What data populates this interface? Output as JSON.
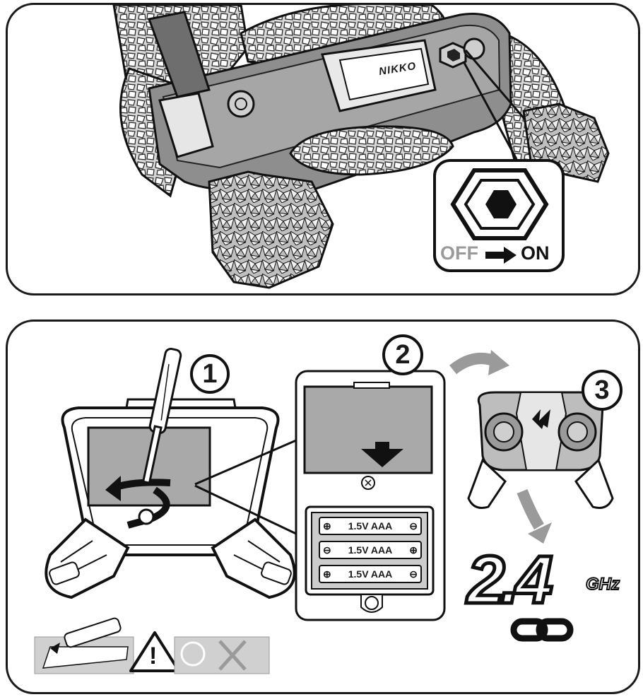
{
  "switch_callout": {
    "off_label": "OFF",
    "on_label": "ON"
  },
  "car": {
    "brand_logo": "NIKKO"
  },
  "steps": [
    {
      "number": "1"
    },
    {
      "number": "2"
    },
    {
      "number": "3"
    }
  ],
  "batteries": [
    {
      "label": "1.5V AAA",
      "plus": "⊕",
      "minus": "⊖"
    },
    {
      "label": "1.5V AAA",
      "plus": "⊕",
      "minus": "⊖"
    },
    {
      "label": "1.5V AAA",
      "plus": "⊕",
      "minus": "⊖"
    }
  ],
  "frequency": {
    "value": "2.4",
    "unit": "GHz"
  },
  "warning": {
    "symbol": "!"
  }
}
